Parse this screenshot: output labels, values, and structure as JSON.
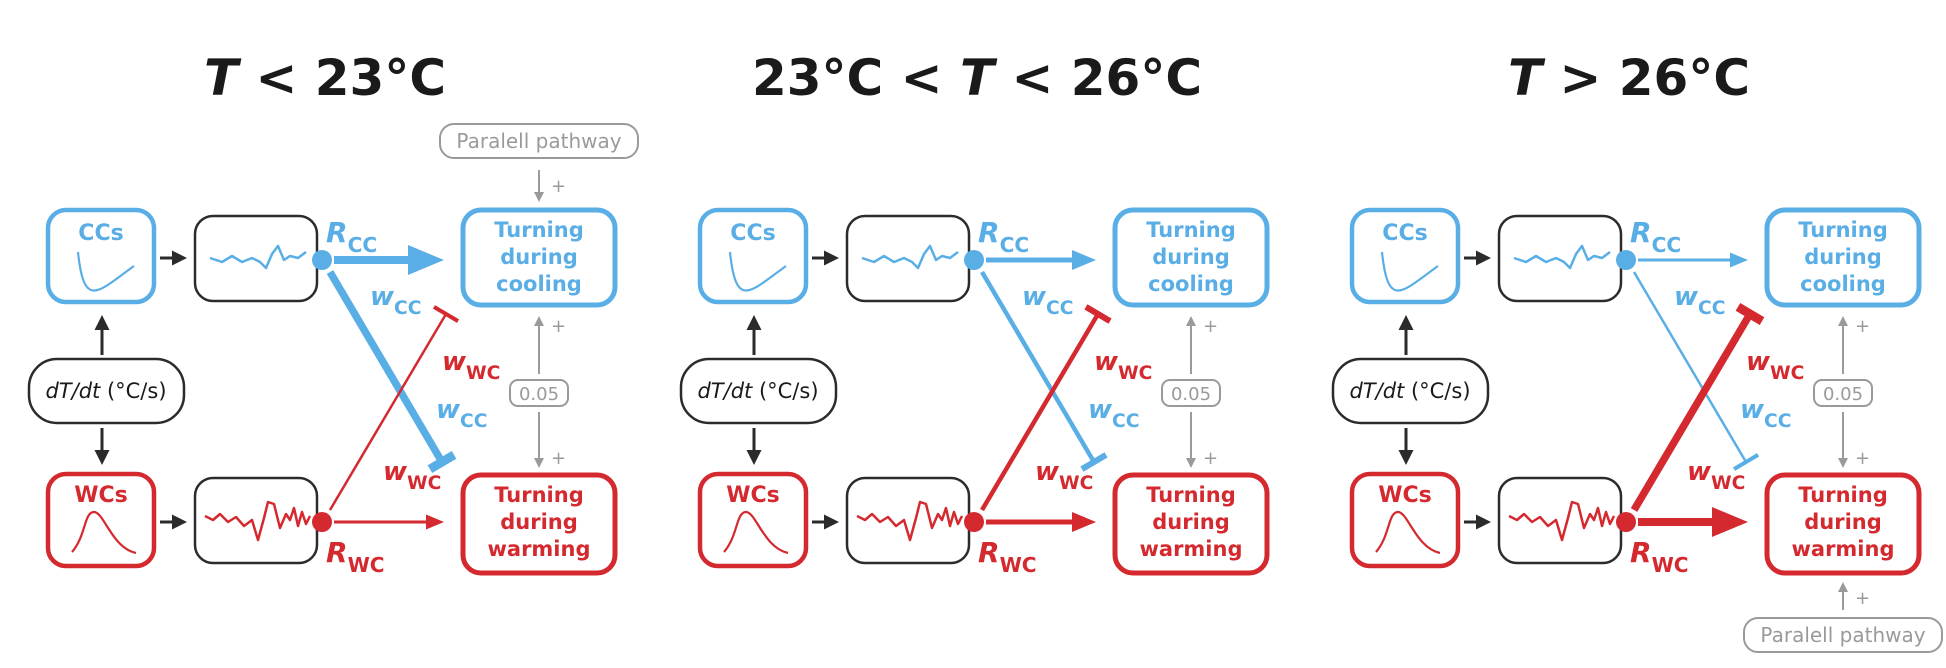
{
  "colors": {
    "cool": "#5aaee6",
    "warm": "#d42a2f",
    "dark": "#2b2b2b",
    "grey": "#9a9a9a",
    "background": "#ffffff"
  },
  "labels": {
    "ccs": "CCs",
    "wcs": "WCs",
    "dtdt_italic": "dT/dt",
    "dtdt_units": " (°C/s)",
    "cool_target_1": "Turning",
    "cool_target_2": "during",
    "cool_target_3": "cooling",
    "warm_target_1": "Turning",
    "warm_target_2": "during",
    "warm_target_3": "warming",
    "coupling_value": "0.05",
    "parallel_pathway": "Paralell pathway",
    "plus_sign": "+",
    "r_letter": "R",
    "w_letter": "w",
    "cc_sub": "CC",
    "wc_sub": "WC"
  },
  "panels": [
    {
      "title_parts": [
        {
          "text": "T",
          "italic": true
        },
        {
          "text": " < 23°C",
          "italic": false
        }
      ],
      "arrow_strength": {
        "rcc_to_cool": 3,
        "rwc_to_warm": 1,
        "wcc_cross": 3,
        "wwc_cross": 1
      },
      "parallel_pathway_position": "top"
    },
    {
      "title_parts": [
        {
          "text": "23°C < ",
          "italic": false
        },
        {
          "text": "T",
          "italic": true
        },
        {
          "text": " < 26°C",
          "italic": false
        }
      ],
      "arrow_strength": {
        "rcc_to_cool": 2,
        "rwc_to_warm": 2,
        "wcc_cross": 2,
        "wwc_cross": 2
      },
      "parallel_pathway_position": "none"
    },
    {
      "title_parts": [
        {
          "text": "T",
          "italic": true
        },
        {
          "text": " > 26°C",
          "italic": false
        }
      ],
      "arrow_strength": {
        "rcc_to_cool": 1,
        "rwc_to_warm": 3,
        "wcc_cross": 1,
        "wwc_cross": 3
      },
      "parallel_pathway_position": "bottom"
    }
  ]
}
